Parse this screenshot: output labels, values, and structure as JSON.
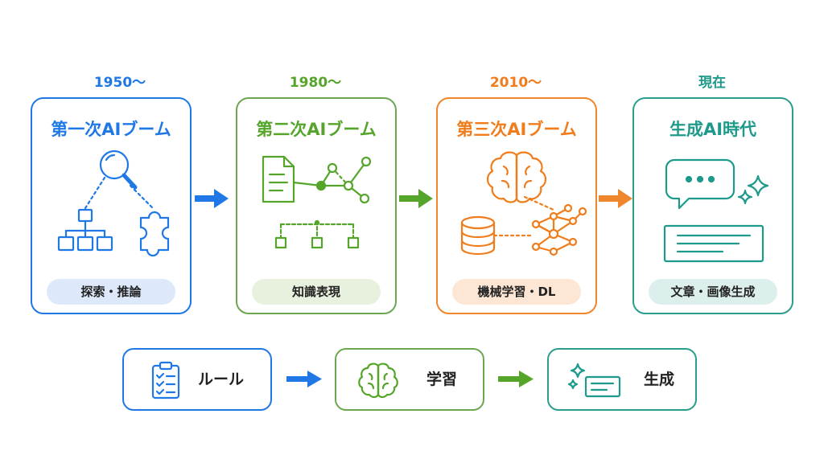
{
  "stages": [
    {
      "era": "1950～",
      "title": "第一次AIブーム",
      "tag": "探索・推論"
    },
    {
      "era": "1980～",
      "title": "第二次AIブーム",
      "tag": "知識表現"
    },
    {
      "era": "2010～",
      "title": "第三次AIブーム",
      "tag": "機械学習・DL"
    },
    {
      "era": "現在",
      "title": "生成AI時代",
      "tag": "文章・画像生成"
    }
  ],
  "flow": [
    {
      "label": "ルール"
    },
    {
      "label": "学習"
    },
    {
      "label": "生成"
    }
  ],
  "colors": {
    "blue": "#1f78e6",
    "green": "#6aa84f",
    "orange": "#f0862b",
    "teal": "#2a9d8f"
  },
  "icons": {
    "stage1": [
      "magnifier-icon",
      "flowchart-icon",
      "puzzle-icon"
    ],
    "stage2": [
      "document-icon",
      "knowledge-graph-icon",
      "hierarchy-icon"
    ],
    "stage3": [
      "brain-icon",
      "database-icon",
      "neural-network-icon"
    ],
    "stage4": [
      "chat-bubble-icon",
      "sparkle-icon",
      "text-block-icon"
    ],
    "flow": [
      "clipboard-checklist-icon",
      "brain-icon",
      "sparkle-document-icon"
    ]
  }
}
